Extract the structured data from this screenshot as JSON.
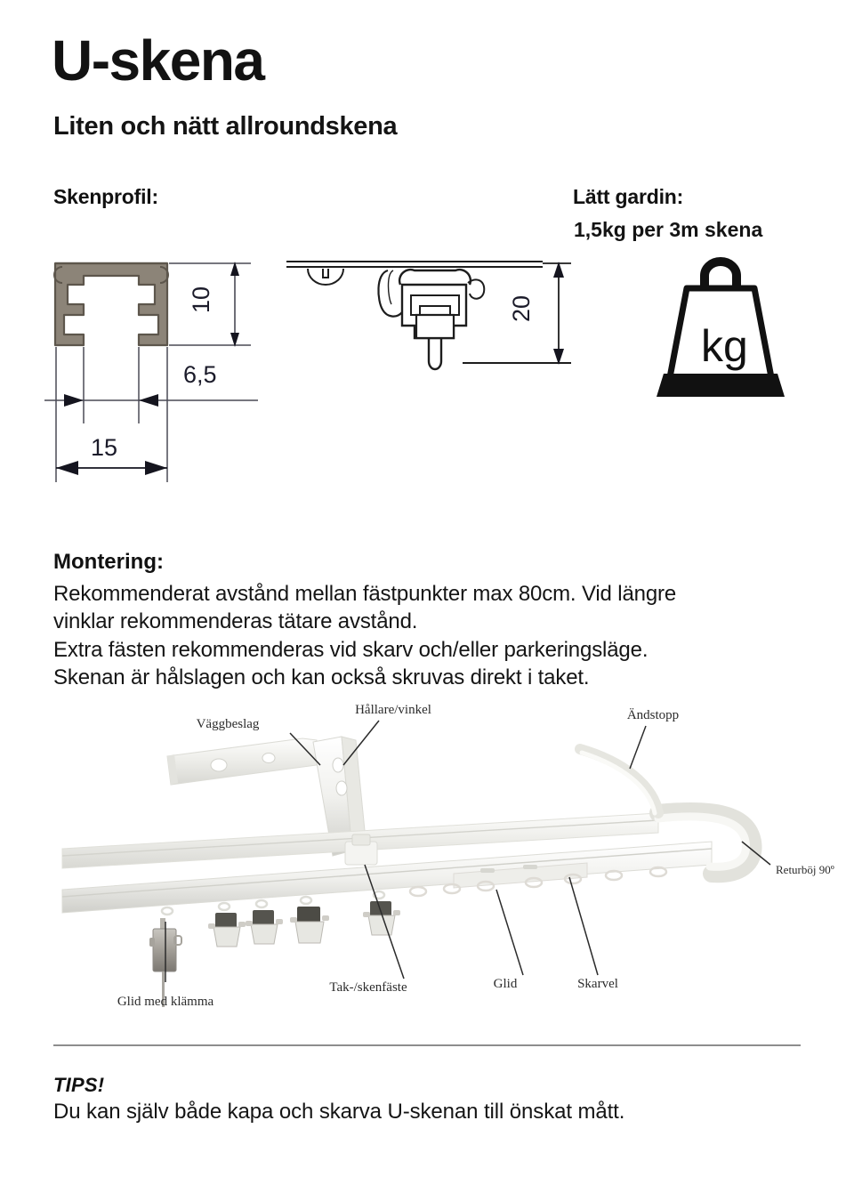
{
  "document": {
    "title": "U-skena",
    "subtitle": "Liten och nätt allroundskena"
  },
  "profile_section": {
    "heading": "Skenprofil:",
    "dimensions": {
      "height_mm": "10",
      "inner_mm": "6,5",
      "width_mm": "15",
      "mounted_height_mm": "20"
    }
  },
  "load_section": {
    "heading": "Lätt gardin:",
    "capacity": "1,5kg per 3m skena",
    "icon_label": "kg"
  },
  "mounting_section": {
    "heading": "Montering:",
    "lines": [
      "Rekommenderat avstånd mellan fästpunkter max 80cm. Vid längre",
      "vinklar rekommenderas tätare avstånd.",
      "Extra fästen rekommenderas vid skarv och/eller parkeringsläge.",
      "Skenan är hålslagen och kan också skruvas direkt i taket."
    ]
  },
  "parts_diagram": {
    "callouts": [
      {
        "id": "vaggbeslag",
        "label": "Väggbeslag"
      },
      {
        "id": "hallare-vinkel",
        "label": "Hållare/vinkel"
      },
      {
        "id": "andstopp",
        "label": "Ändstopp"
      },
      {
        "id": "returboj",
        "label": "Returböj 90º"
      },
      {
        "id": "glid-med-klamma",
        "label": "Glid med klämma"
      },
      {
        "id": "tak-skenfaste",
        "label": "Tak-/skenfäste"
      },
      {
        "id": "glid",
        "label": "Glid"
      },
      {
        "id": "skarvel",
        "label": "Skarvel"
      }
    ]
  },
  "tips_section": {
    "heading": "TIPS!",
    "body": "Du kan själv både kapa och skarva U-skenan till önskat mått."
  },
  "colors": {
    "text": "#111111",
    "profile_fill": "#8c8478",
    "profile_stroke": "#5d564c",
    "rail_white": "#f2f2f0",
    "divider": "#8d8d8d",
    "leader_line": "#2b2b2b"
  }
}
